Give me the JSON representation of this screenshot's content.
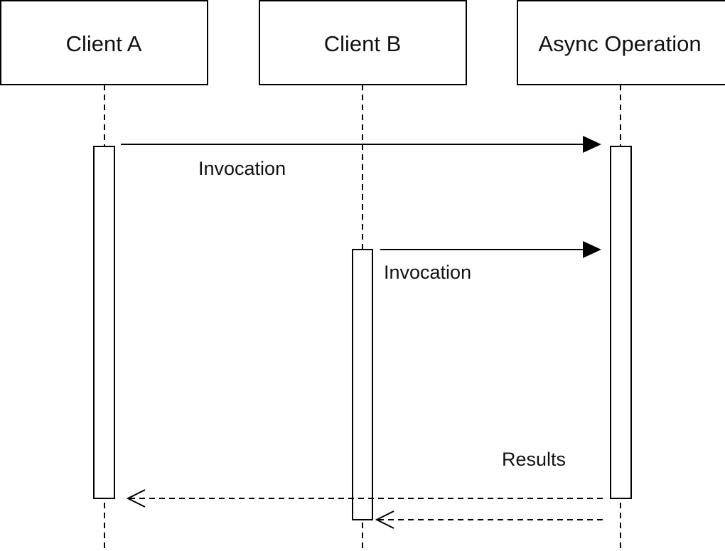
{
  "participants": [
    {
      "label": "Client A"
    },
    {
      "label": "Client B"
    },
    {
      "label": "Async Operation"
    }
  ],
  "messages": [
    {
      "label": "Invocation",
      "from": "Client A",
      "to": "Async Operation",
      "style": "solid"
    },
    {
      "label": "Invocation",
      "from": "Client B",
      "to": "Async Operation",
      "style": "solid"
    },
    {
      "label": "Results",
      "from": "Async Operation",
      "to": "Client A",
      "style": "dashed"
    },
    {
      "label": "",
      "from": "Async Operation",
      "to": "Client B",
      "style": "dashed"
    }
  ]
}
